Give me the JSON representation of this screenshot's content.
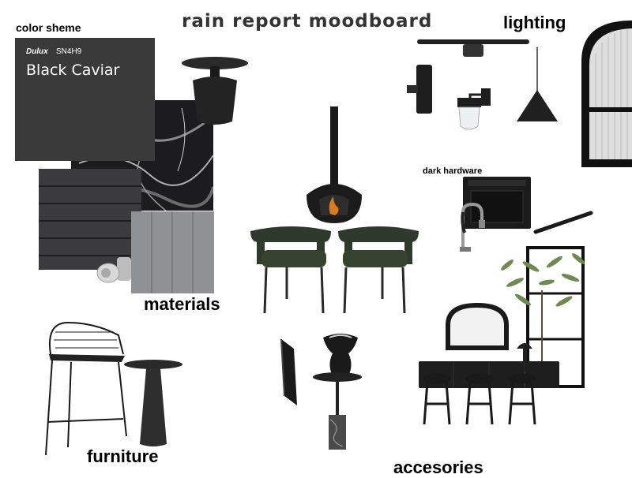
{
  "title": "rain report moodboard",
  "sections": {
    "color": "color sheme",
    "lighting": "lighting",
    "hardware": "dark hardware",
    "materials": "materials",
    "furniture": "furniture",
    "accessories": "accesories"
  },
  "paint_swatch": {
    "brand": "Dulux",
    "code": "SN4H9",
    "name": "Black Caviar",
    "color": "#3a3a3b"
  }
}
